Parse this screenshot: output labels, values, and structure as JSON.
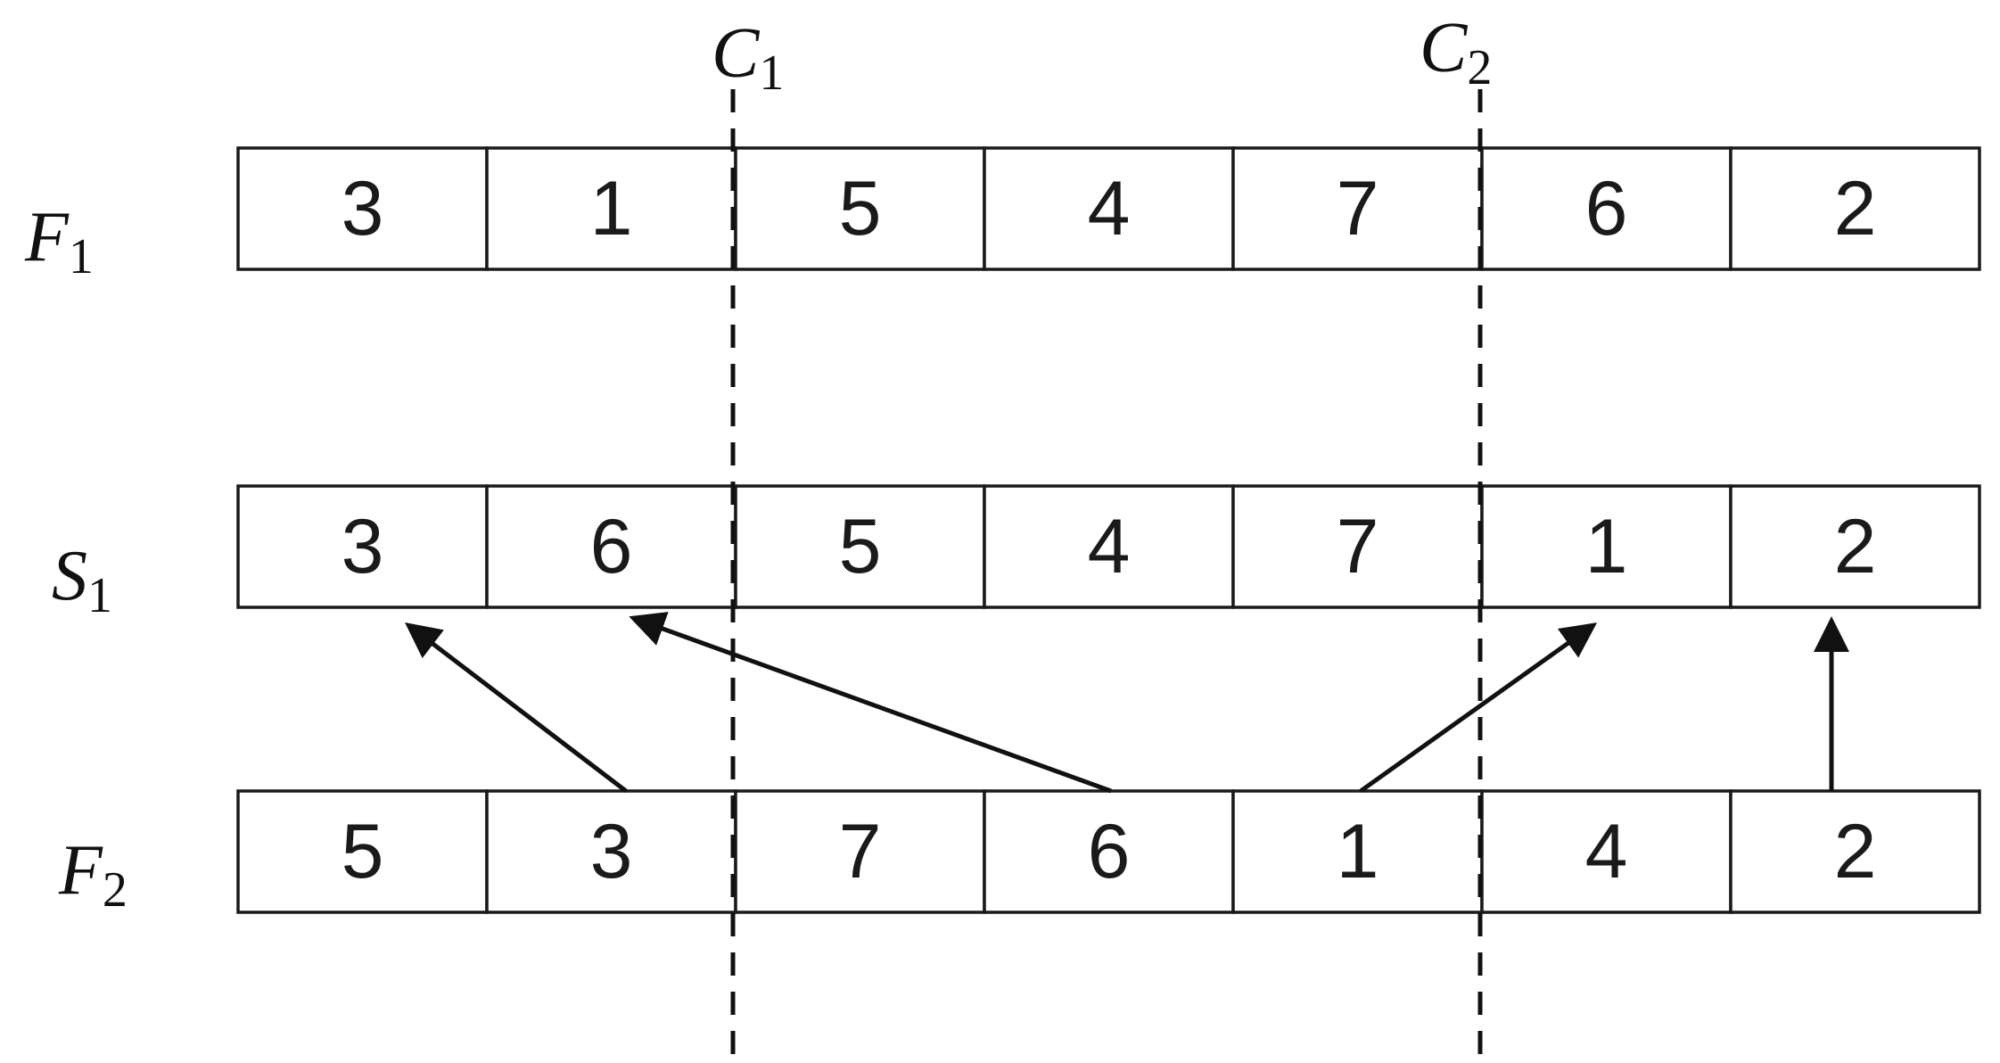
{
  "colors": {
    "ink": "#1a1a1a",
    "background": "#ffffff"
  },
  "rows": [
    {
      "id": "f1",
      "label": {
        "main": "F",
        "sub": "1"
      },
      "values": [
        "3",
        "1",
        "5",
        "4",
        "7",
        "6",
        "2"
      ]
    },
    {
      "id": "s1",
      "label": {
        "main": "S",
        "sub": "1"
      },
      "values": [
        "3",
        "6",
        "5",
        "4",
        "7",
        "1",
        "2"
      ]
    },
    {
      "id": "f2",
      "label": {
        "main": "F",
        "sub": "2"
      },
      "values": [
        "5",
        "3",
        "7",
        "6",
        "1",
        "4",
        "2"
      ]
    }
  ],
  "cuts": [
    {
      "id": "c1",
      "label": {
        "main": "C",
        "sub": "1"
      },
      "after_index": 2
    },
    {
      "id": "c2",
      "label": {
        "main": "C",
        "sub": "2"
      },
      "after_index": 5
    }
  ],
  "mappings": [
    {
      "from_row": "f2",
      "from_index": 2,
      "to_row": "s1",
      "to_index": 1,
      "value": "3"
    },
    {
      "from_row": "f2",
      "from_index": 4,
      "to_row": "s1",
      "to_index": 2,
      "value": "6"
    },
    {
      "from_row": "f2",
      "from_index": 5,
      "to_row": "s1",
      "to_index": 6,
      "value": "1"
    },
    {
      "from_row": "f2",
      "from_index": 7,
      "to_row": "s1",
      "to_index": 7,
      "value": "2"
    }
  ]
}
